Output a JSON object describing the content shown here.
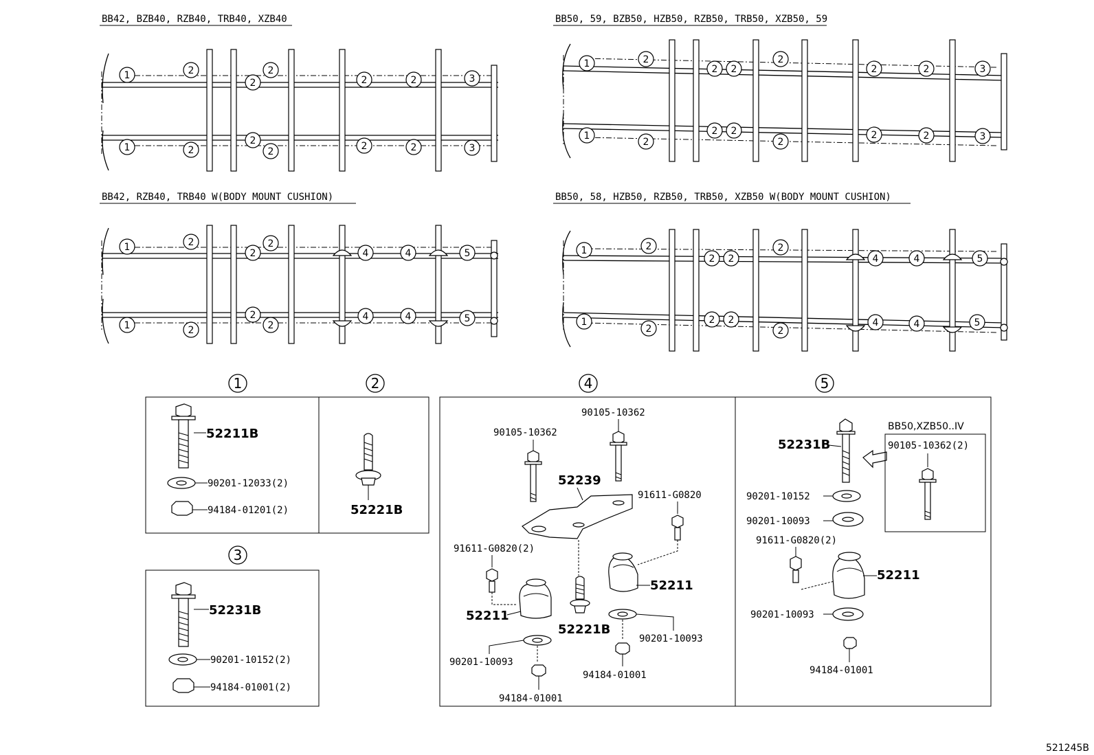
{
  "diagrams": [
    {
      "key": "d1",
      "title": "BB42, BZB40, RZB40, TRB40, XZB40"
    },
    {
      "key": "d2",
      "title": "BB50, 59, BZB50, HZB50, RZB50, TRB50, XZB50, 59"
    },
    {
      "key": "d3",
      "title": "BB42, RZB40, TRB40 W(BODY MOUNT CUSHION)"
    },
    {
      "key": "d4",
      "title": "BB50, 58, HZB50, RZB50, TRB50, XZB50 W(BODY MOUNT CUSHION)"
    }
  ],
  "callouts": {
    "c1": "1",
    "c2": "2",
    "c3": "3",
    "c4": "4",
    "c5": "5"
  },
  "boxes": {
    "b1": {
      "main": "52211B",
      "washer": "90201-12033(2)",
      "nut": "94184-01201(2)"
    },
    "b2": {
      "main": "52221B"
    },
    "b3": {
      "main": "52231B",
      "washer": "90201-10152(2)",
      "nut": "94184-01001(2)"
    },
    "b4": {
      "bolt_a": "90105-10362",
      "bolt_b": "90105-10362",
      "bracket": "52239",
      "bolt_c": "91611-G0820",
      "bolt_d": "91611-G0820(2)",
      "cushion_a": "52211",
      "cushion_b": "52211",
      "stud": "52221B",
      "washer_a": "90201-10093",
      "washer_b": "90201-10093",
      "nut_a": "94184-01001",
      "nut_b": "94184-01001"
    },
    "b5": {
      "bolt": "52231B",
      "inset_title": "BB50,XZB50..IV",
      "inset_part": "90105-10362(2)",
      "washer_a": "90201-10152",
      "washer_b": "90201-10093",
      "bolt_c": "91611-G0820(2)",
      "cushion": "52211",
      "washer_c": "90201-10093",
      "nut": "94184-01001"
    }
  },
  "ref_code": "521245B"
}
